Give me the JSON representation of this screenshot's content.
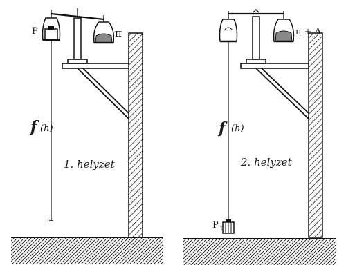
{
  "left_panel": {
    "weight_label": "P",
    "counter_label": "π",
    "force_label_f": "f",
    "force_label_h": "(h)",
    "position_label": "1. helyzet"
  },
  "right_panel": {
    "counter_label": "π + Δ",
    "force_label_f": "f",
    "force_label_h": "(h)",
    "position_label": "2. helyzet",
    "weight_label": "P",
    "weight_subscript": "1"
  }
}
